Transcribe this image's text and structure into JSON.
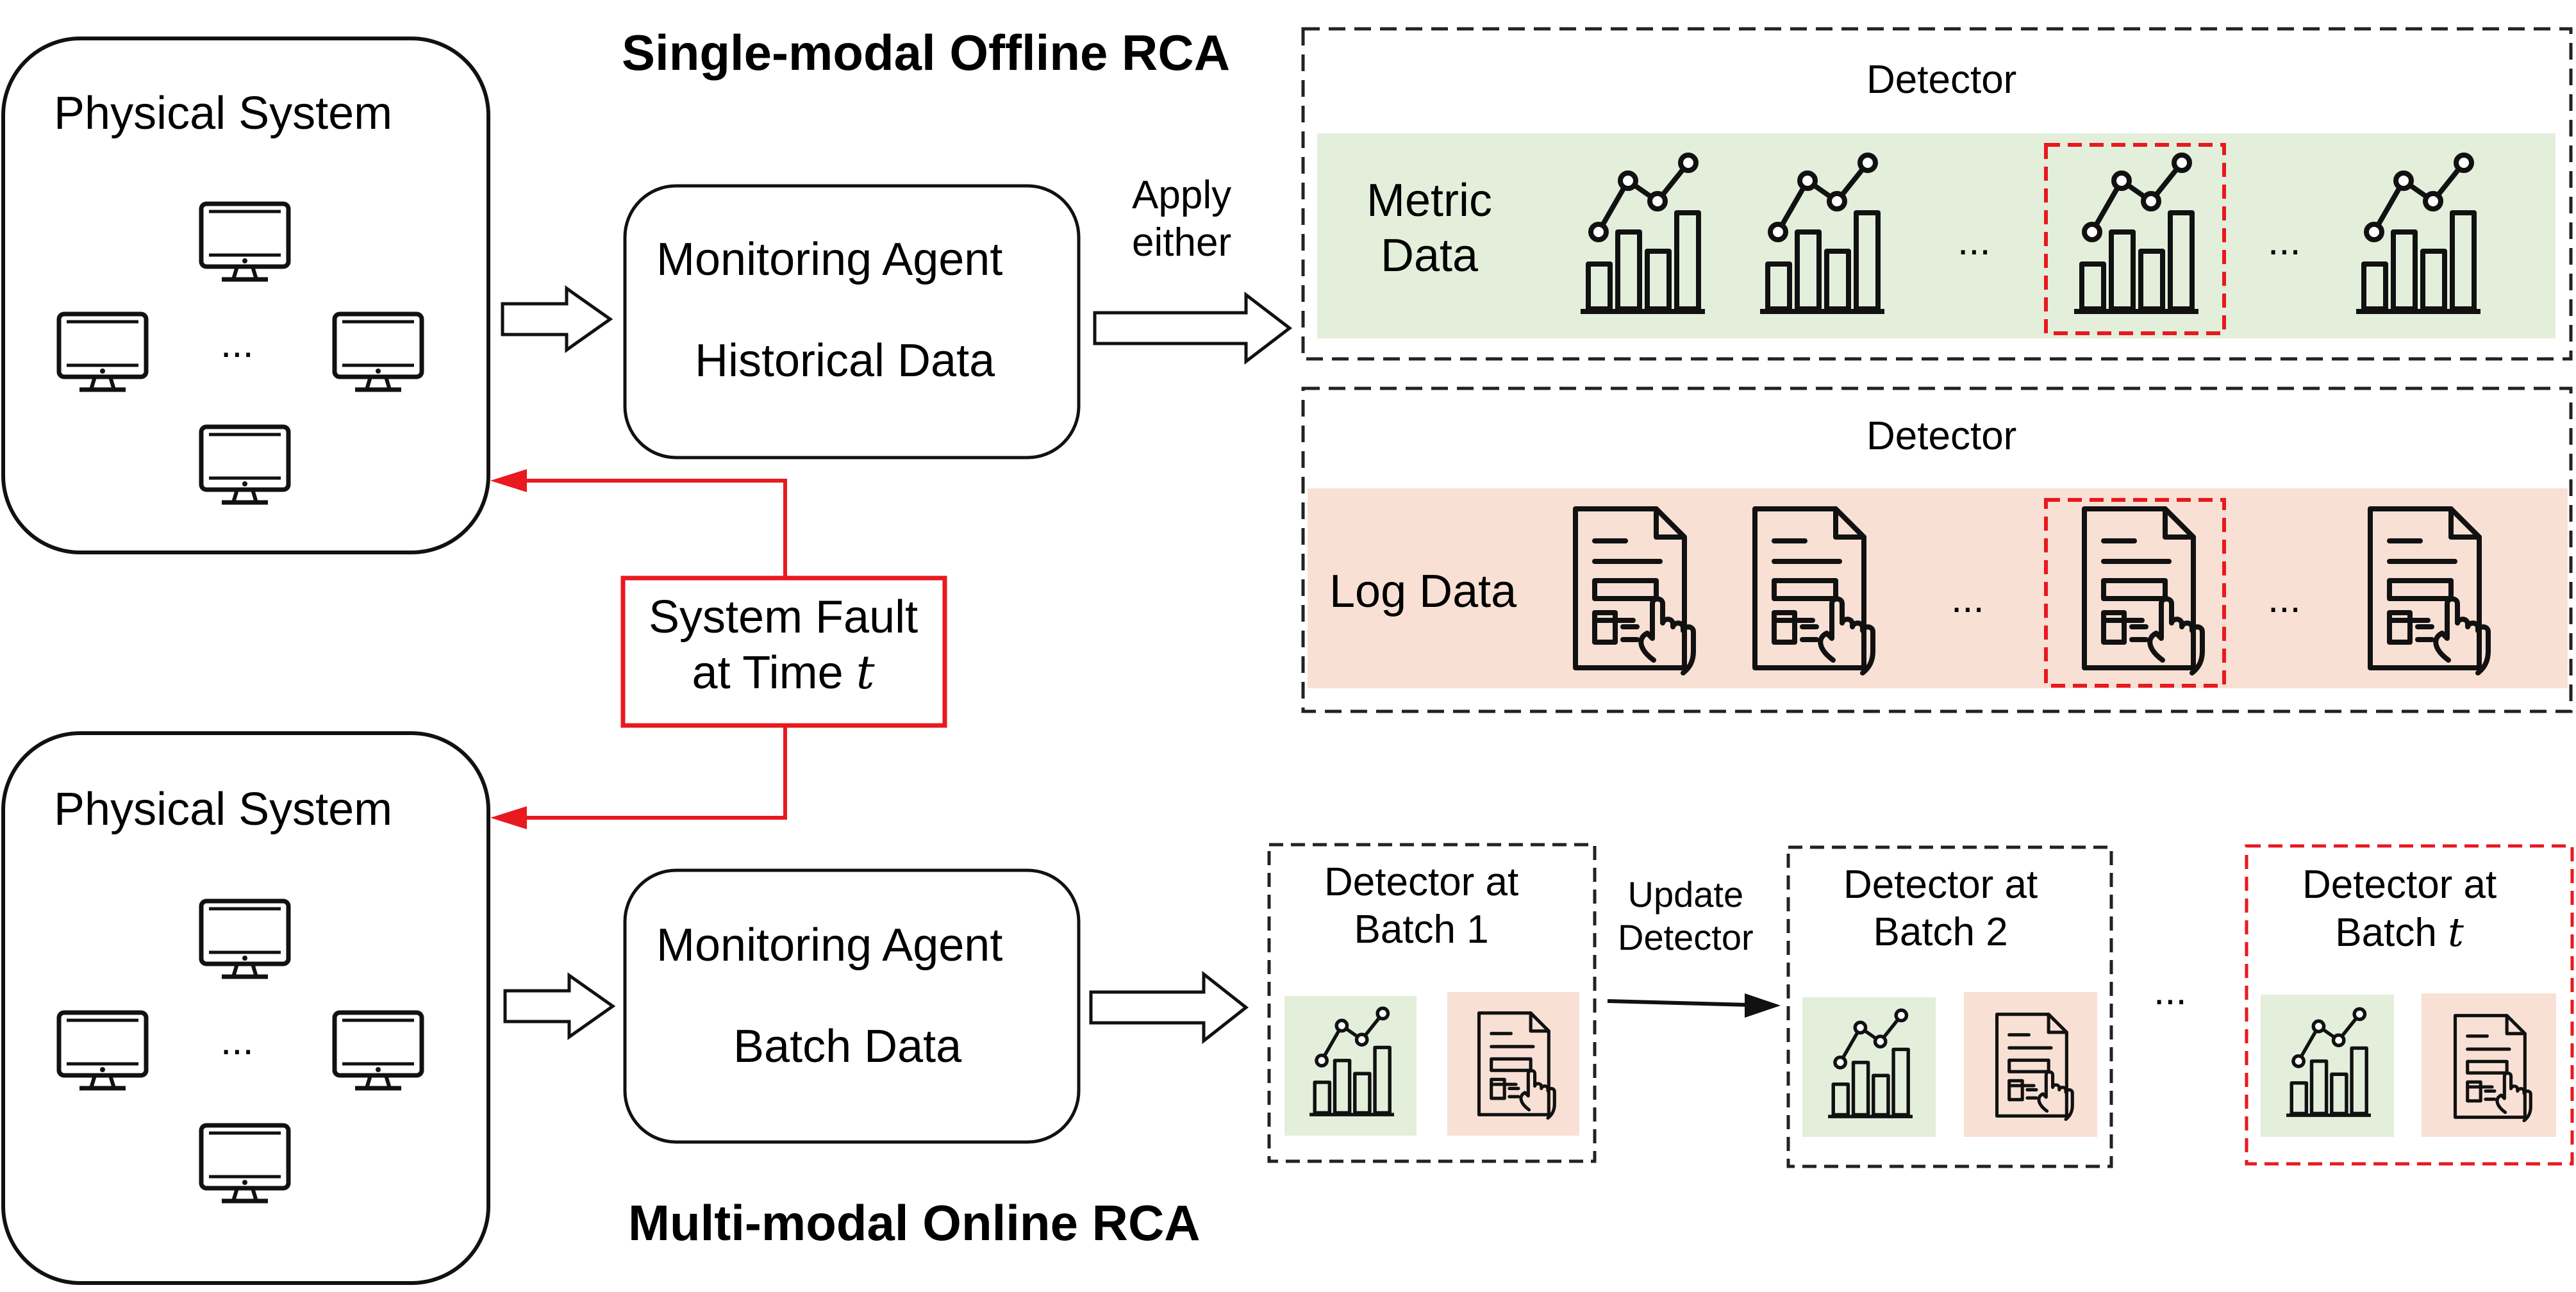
{
  "offline": {
    "title": "Single-modal Offline RCA",
    "physical_system": "Physical System",
    "ellipsis": "...",
    "agent_line1": "Monitoring Agent",
    "agent_line2": "Historical Data",
    "apply_line1": "Apply",
    "apply_line2": "either",
    "metric_detector_title": "Detector",
    "metric_line1": "Metric",
    "metric_line2": "Data",
    "log_detector_title": "Detector",
    "log_label": "Log Data"
  },
  "fault": {
    "line1": "System Fault",
    "line2_prefix": "at Time ",
    "variable": "t"
  },
  "online": {
    "title": "Multi-modal Online RCA",
    "physical_system": "Physical System",
    "ellipsis": "...",
    "agent_line1": "Monitoring Agent",
    "agent_line2": "Batch Data",
    "update_line1": "Update",
    "update_line2": "Detector",
    "batches": [
      {
        "line1": "Detector at",
        "line2_prefix": "Batch ",
        "suffix": "1"
      },
      {
        "line1": "Detector at",
        "line2_prefix": "Batch ",
        "suffix": "2"
      },
      {
        "line1": "Detector at",
        "line2_prefix": "Batch ",
        "suffix": "t"
      }
    ]
  },
  "colors": {
    "metric_bg": "#e3efdb",
    "log_bg": "#f8e0d4",
    "fault": "#e8191f",
    "dashed": "#222222"
  },
  "icons": [
    "monitor-icon",
    "metric-chart-icon",
    "log-document-icon"
  ]
}
